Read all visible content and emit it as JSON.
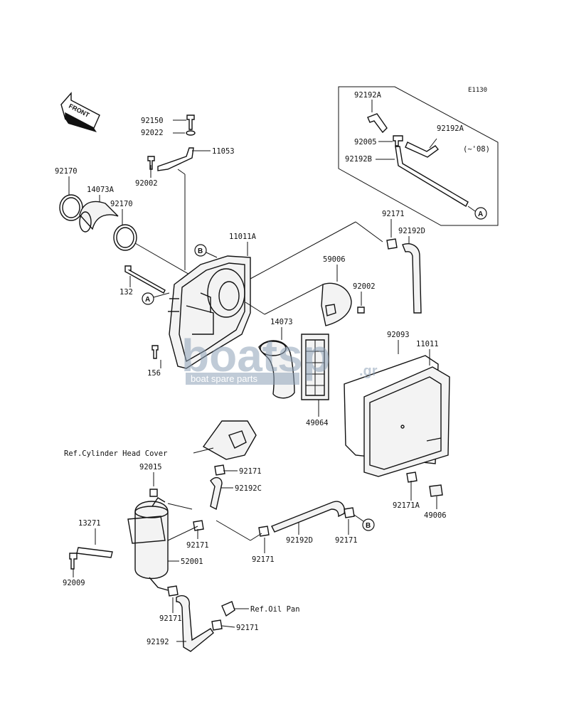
{
  "diagram": {
    "code": "E1130",
    "front_label": "FRONT",
    "inset_note": "(~'08)",
    "callouts": {
      "a": "A",
      "b": "B"
    },
    "watermark": {
      "brand": "boatsp",
      "suffix": ".gr",
      "tagline": "boat spare parts"
    },
    "labels": {
      "p92192A_1": "92192A",
      "p92192A_2": "92192A",
      "p92005": "92005",
      "p92192B": "92192B",
      "p92150": "92150",
      "p92022": "92022",
      "p11053": "11053",
      "p92002_top": "92002",
      "p92170_1": "92170",
      "p14073A": "14073A",
      "p92170_2": "92170",
      "p92171_top": "92171",
      "p92192D_top": "92192D",
      "p11011A": "11011A",
      "p132": "132",
      "p59006": "59006",
      "p92002_mid": "92002",
      "p14073": "14073",
      "p92093": "92093",
      "p11011": "11011",
      "p156": "156",
      "p49064": "49064",
      "ref_cyl": "Ref.Cylinder Head Cover",
      "p92015": "92015",
      "p92171_a": "92171",
      "p92192C": "92192C",
      "p13271": "13271",
      "p92171_b": "92171",
      "p52001": "52001",
      "p92009": "92009",
      "p92171_c": "92171",
      "p92192D_bot": "92192D",
      "p92171_d": "92171",
      "p92171A": "92171A",
      "p49006": "49006",
      "p92171_e": "92171",
      "ref_oil": "Ref.Oil Pan",
      "p92171_f": "92171",
      "p92192": "92192"
    }
  }
}
